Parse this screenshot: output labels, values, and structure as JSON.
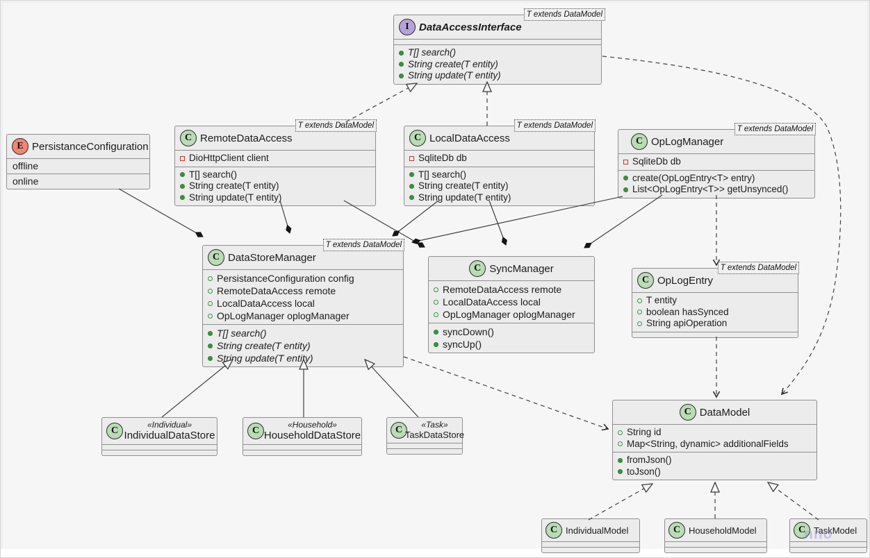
{
  "diagram": {
    "watermark": "nno",
    "icons": {
      "class": "C",
      "interface": "I",
      "enum": "E"
    },
    "colors": {
      "class_icon_bg": "#b9dcb4",
      "interface_icon_bg": "#b5a3d8",
      "enum_icon_bg": "#ef8677",
      "box_bg": "#ececec",
      "public_marker": "#3c9148",
      "private_marker": "#c1392b",
      "edge": "#3f3f3f"
    },
    "classes": {
      "dataAccessInterface": {
        "name": "DataAccessInterface",
        "generic": "T extends DataModel",
        "methods": [
          "T[] search()",
          "String create(T entity)",
          "String update(T entity)"
        ]
      },
      "persistanceConfiguration": {
        "name": "PersistanceConfiguration",
        "values": [
          "offline",
          "online"
        ]
      },
      "remoteDataAccess": {
        "name": "RemoteDataAccess",
        "generic": "T extends DataModel",
        "fields": [
          "DioHttpClient client"
        ],
        "methods": [
          "T[] search()",
          "String create(T entity)",
          "String update(T entity)"
        ]
      },
      "localDataAccess": {
        "name": "LocalDataAccess",
        "generic": "T extends DataModel",
        "fields": [
          "SqliteDb db"
        ],
        "methods": [
          "T[] search()",
          "String create(T entity)",
          "String update(T entity)"
        ]
      },
      "opLogManager": {
        "name": "OpLogManager",
        "generic": "T extends DataModel",
        "fields": [
          "SqliteDb db"
        ],
        "methods": [
          "create(OpLogEntry<T> entry)",
          "List<OpLogEntry<T>> getUnsynced()"
        ]
      },
      "dataStoreManager": {
        "name": "DataStoreManager",
        "generic": "T extends DataModel",
        "fields": [
          "PersistanceConfiguration config",
          "RemoteDataAccess remote",
          "LocalDataAccess local",
          "OpLogManager oplogManager"
        ],
        "methods": [
          "T[] search()",
          "String create(T entity)",
          "String update(T entity)"
        ]
      },
      "syncManager": {
        "name": "SyncManager",
        "fields": [
          "RemoteDataAccess remote",
          "LocalDataAccess local",
          "OpLogManager oplogManager"
        ],
        "methods": [
          "syncDown()",
          "syncUp()"
        ]
      },
      "opLogEntry": {
        "name": "OpLogEntry",
        "generic": "T extends DataModel",
        "fields": [
          "T entity",
          "boolean hasSynced",
          "String apiOperation"
        ]
      },
      "dataModel": {
        "name": "DataModel",
        "fields": [
          "String id",
          "Map<String, dynamic> additionalFields"
        ],
        "methods": [
          "fromJson()",
          "toJson()"
        ]
      },
      "individualDataStore": {
        "stereotype": "«Individual»",
        "name": "IndividualDataStore"
      },
      "householdDataStore": {
        "stereotype": "«Household»",
        "name": "HouseholdDataStore"
      },
      "taskDataStore": {
        "stereotype": "«Task»",
        "name": "TaskDataStore"
      },
      "individualModel": {
        "name": "IndividualModel"
      },
      "householdModel": {
        "name": "HouseholdModel"
      },
      "taskModel": {
        "name": "TaskModel"
      }
    },
    "relationships": [
      {
        "from": "RemoteDataAccess",
        "to": "DataAccessInterface",
        "type": "realization"
      },
      {
        "from": "LocalDataAccess",
        "to": "DataAccessInterface",
        "type": "realization"
      },
      {
        "from": "DataStoreManager",
        "to": "PersistanceConfiguration",
        "type": "composition"
      },
      {
        "from": "DataStoreManager",
        "to": "RemoteDataAccess",
        "type": "composition"
      },
      {
        "from": "DataStoreManager",
        "to": "LocalDataAccess",
        "type": "composition"
      },
      {
        "from": "DataStoreManager",
        "to": "OpLogManager",
        "type": "composition"
      },
      {
        "from": "SyncManager",
        "to": "RemoteDataAccess",
        "type": "composition"
      },
      {
        "from": "SyncManager",
        "to": "LocalDataAccess",
        "type": "composition"
      },
      {
        "from": "SyncManager",
        "to": "OpLogManager",
        "type": "composition"
      },
      {
        "from": "IndividualDataStore",
        "to": "DataStoreManager",
        "type": "inheritance"
      },
      {
        "from": "HouseholdDataStore",
        "to": "DataStoreManager",
        "type": "inheritance"
      },
      {
        "from": "TaskDataStore",
        "to": "DataStoreManager",
        "type": "inheritance"
      },
      {
        "from": "DataAccessInterface",
        "to": "DataModel",
        "type": "dependency"
      },
      {
        "from": "OpLogManager",
        "to": "OpLogEntry",
        "type": "dependency"
      },
      {
        "from": "OpLogEntry",
        "to": "DataModel",
        "type": "dependency"
      },
      {
        "from": "DataStoreManager",
        "to": "DataModel",
        "type": "dependency"
      },
      {
        "from": "IndividualModel",
        "to": "DataModel",
        "type": "realization"
      },
      {
        "from": "HouseholdModel",
        "to": "DataModel",
        "type": "realization"
      },
      {
        "from": "TaskModel",
        "to": "DataModel",
        "type": "realization"
      }
    ]
  }
}
